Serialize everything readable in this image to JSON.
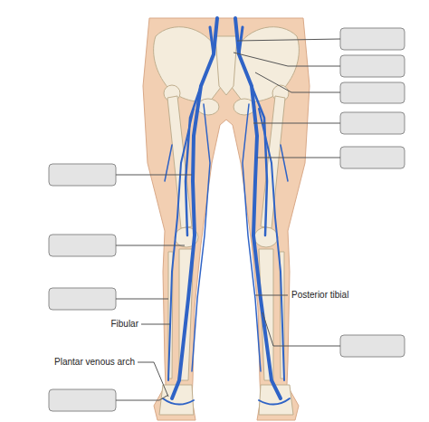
{
  "diagram": {
    "labels": [
      "Posterior tibial",
      "Fibular",
      "Plantar venous arch"
    ]
  }
}
